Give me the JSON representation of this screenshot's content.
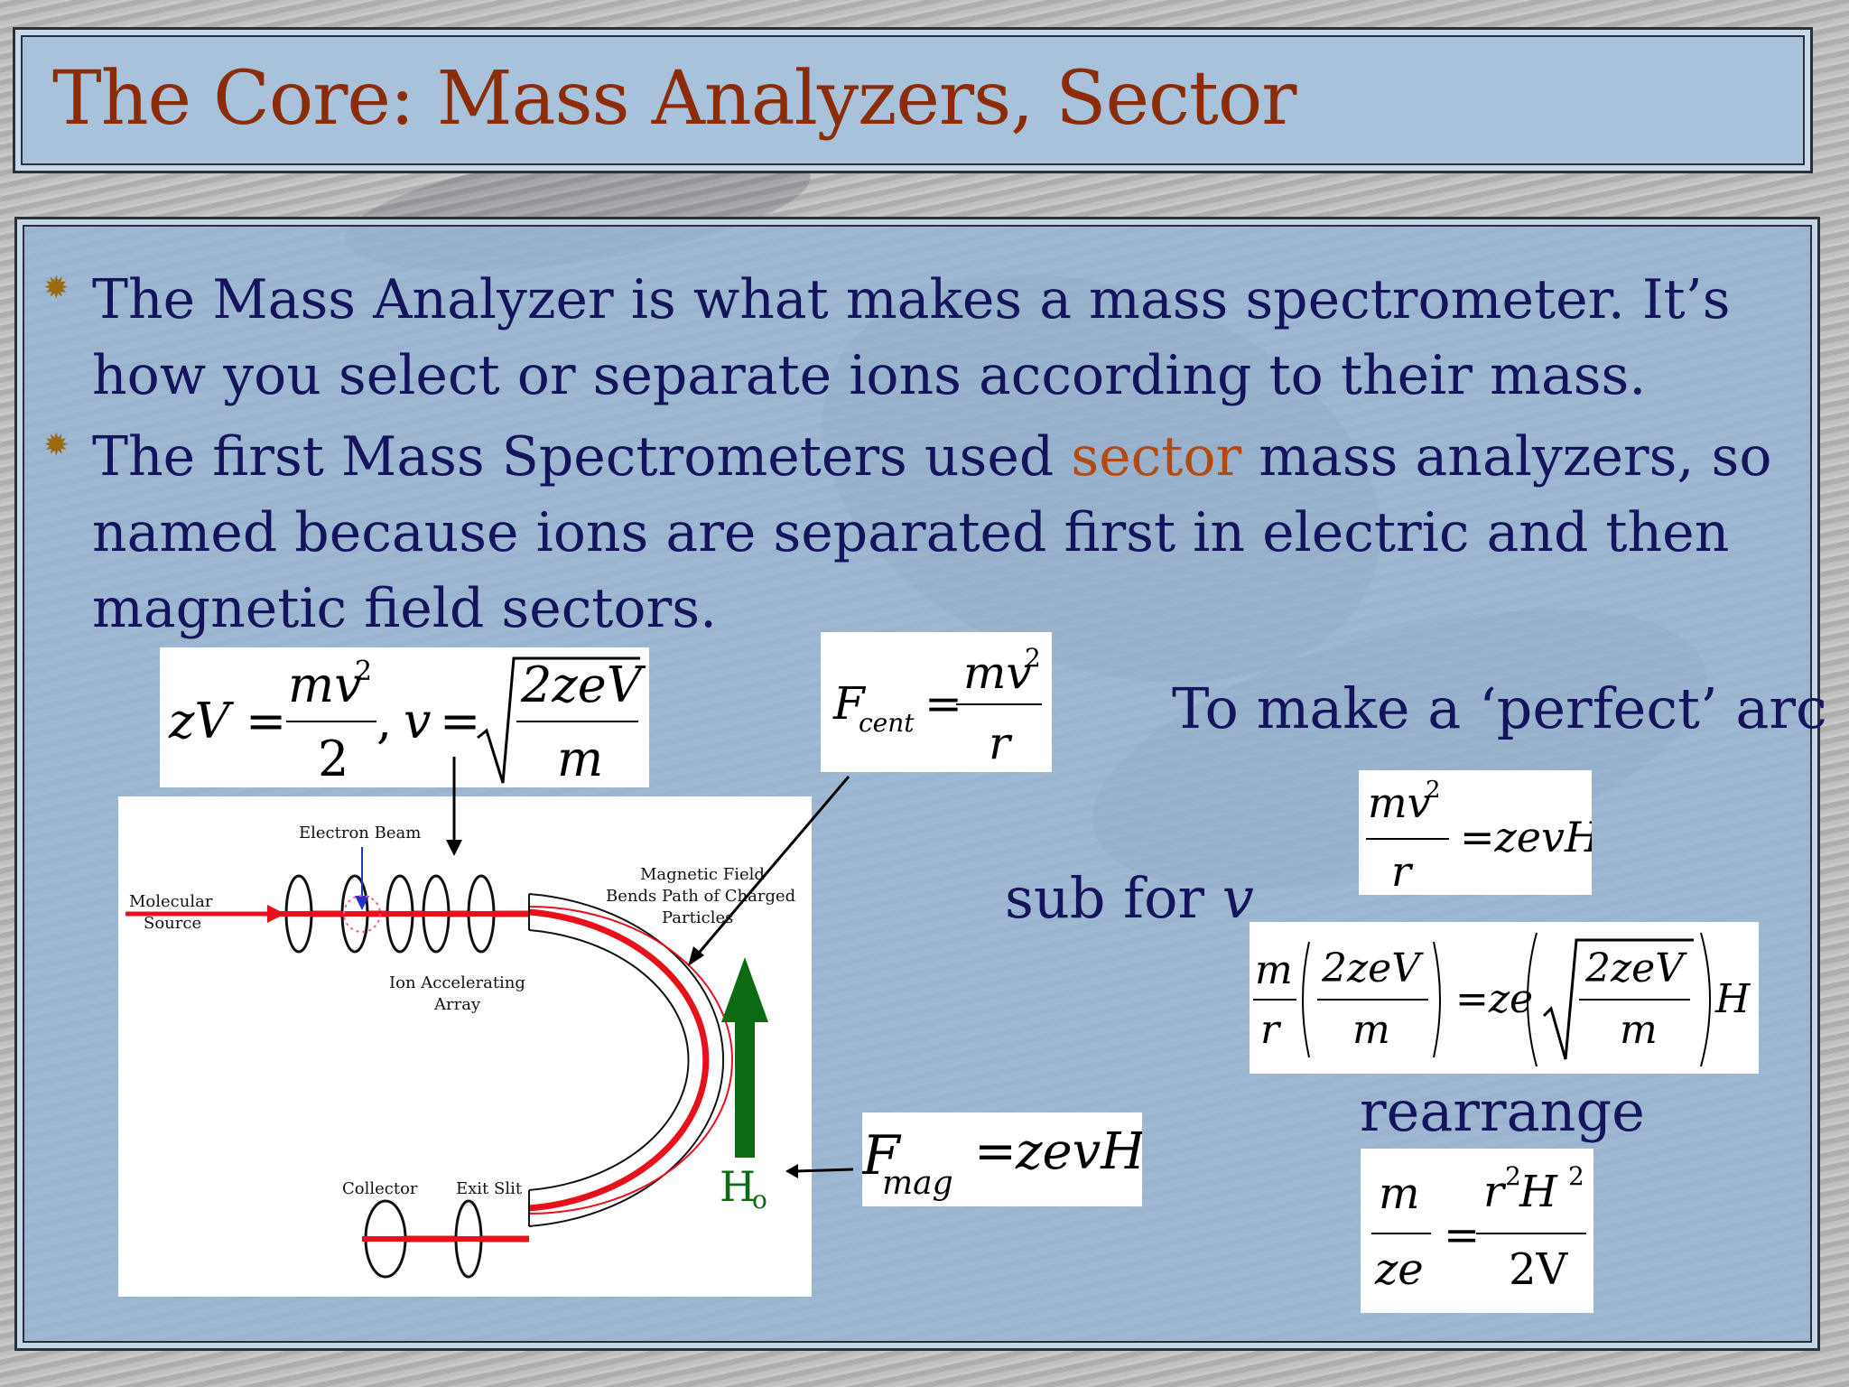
{
  "slide": {
    "title": "The Core: Mass Analyzers, Sector",
    "bullets": [
      {
        "pre": "The Mass Analyzer is what makes a mass spectrometer. It’s how you select or separate ions according to their mass.",
        "highlight": "",
        "post": ""
      },
      {
        "pre": "The first Mass Spectrometers used ",
        "highlight": "sector",
        "post": " mass analyzers, so named because ions are separated first in electric and then magnetic field sectors."
      }
    ],
    "side_labels": {
      "perfect_arc": "To make a ‘perfect’ arc",
      "sub_for": "sub for",
      "sub_var": "v",
      "rearrange": "rearrange"
    }
  },
  "equations": {
    "energy": {
      "lhs": "zV",
      "eq": "=",
      "num1": "mv",
      "exp1": "2",
      "den1": "2",
      "sep": ",",
      "v": "v",
      "eq2": "=",
      "rad_num": "2zeV",
      "rad_den": "m"
    },
    "centripetal": {
      "F": "F",
      "sub": "cent",
      "eq": "=",
      "num": "mv",
      "exp": "2",
      "den": "r"
    },
    "magnetic": {
      "F": "F",
      "sub": "mag",
      "eq": "=",
      "rhs": "zevH"
    },
    "arc": {
      "num": "mv",
      "exp": "2",
      "den": "r",
      "rhs": "=zevH"
    },
    "substituted": {
      "m": "m",
      "r": "r",
      "frac_num": "2zeV",
      "frac_den": "m",
      "mid": "=ze",
      "rad_num": "2zeV",
      "rad_den": "m",
      "H": "H"
    },
    "result": {
      "lhs_num": "m",
      "lhs_den": "ze",
      "eq": "=",
      "rhs_num": "r",
      "exp_r": "2",
      "H": "H",
      "exp_H": "2",
      "rhs_den": "2V"
    }
  },
  "diagram": {
    "labels": {
      "electron_beam": "Electron Beam",
      "molecular_source": "Molecular Source",
      "molecular_source_l1": "Molecular",
      "molecular_source_l2": "Source",
      "ion_array_l1": "Ion Accelerating",
      "ion_array_l2": "Array",
      "mag_l1": "Magnetic Field",
      "mag_l2": "Bends Path of Charged",
      "mag_l3": "Particles",
      "collector": "Collector",
      "exit_slit": "Exit Slit",
      "h": "H",
      "h_sub": "o"
    },
    "colors": {
      "beam": "#e8101a",
      "arrow": "#0b6b12",
      "label": "#111111"
    }
  }
}
